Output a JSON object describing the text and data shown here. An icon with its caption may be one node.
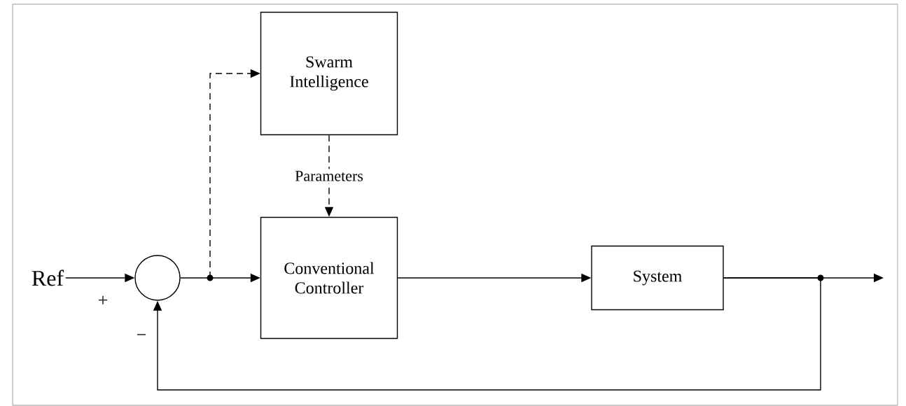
{
  "diagram": {
    "nodes": [
      {
        "text": [
          "Ref"
        ]
      },
      {
        "text": [],
        "shape": "circle"
      },
      {
        "text": [
          "Swarm Intelligence"
        ]
      },
      {
        "text": [
          "Conventional Controller"
        ]
      },
      {
        "text": [
          "System"
        ]
      }
    ],
    "edges": [
      {
        "from": 0,
        "to": 1,
        "arrow": "to"
      },
      {
        "from": 1,
        "to": 3,
        "arrow": "to"
      },
      {
        "from": 1,
        "to": 2,
        "arrow": "to",
        "style": "dashed"
      },
      {
        "from": 2,
        "to": 3,
        "arrow": "to",
        "style": "dashed",
        "label": "Parameters"
      },
      {
        "from": 3,
        "to": 4,
        "arrow": "to"
      },
      {
        "from": 4,
        "to": null,
        "arrow": "to"
      },
      {
        "from": 4,
        "to": 1,
        "arrow": "to"
      }
    ],
    "labels": [
      "+",
      "−"
    ]
  }
}
